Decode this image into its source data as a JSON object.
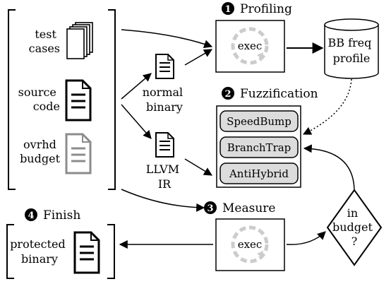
{
  "inputs": {
    "test_cases": [
      "test",
      "cases"
    ],
    "source_code": [
      "source",
      "code"
    ],
    "ovrhd_budget": [
      "ovrhd",
      "budget"
    ]
  },
  "intermediates": {
    "normal_binary": [
      "normal",
      "binary"
    ],
    "llvm_ir": [
      "LLVM",
      "IR"
    ]
  },
  "steps": [
    {
      "marker": "1",
      "title": "Profiling"
    },
    {
      "marker": "2",
      "title": "Fuzzification"
    },
    {
      "marker": "3",
      "title": "Measure"
    },
    {
      "marker": "4",
      "title": "Finish"
    }
  ],
  "exec_label": "exec",
  "profile": [
    "BB freq",
    "profile"
  ],
  "techniques": [
    "SpeedBump",
    "BranchTrap",
    "AntiHybrid"
  ],
  "decision": [
    "in",
    "budget",
    "?"
  ],
  "output": [
    "protected",
    "binary"
  ],
  "colors": {
    "stroke": "#000000",
    "technique_fill": "#dcdcdc",
    "cycle_arrow": "#cccccc",
    "budget_doc": "#8c8c8c",
    "marker_fill": "#000000",
    "marker_text": "#ffffff"
  }
}
